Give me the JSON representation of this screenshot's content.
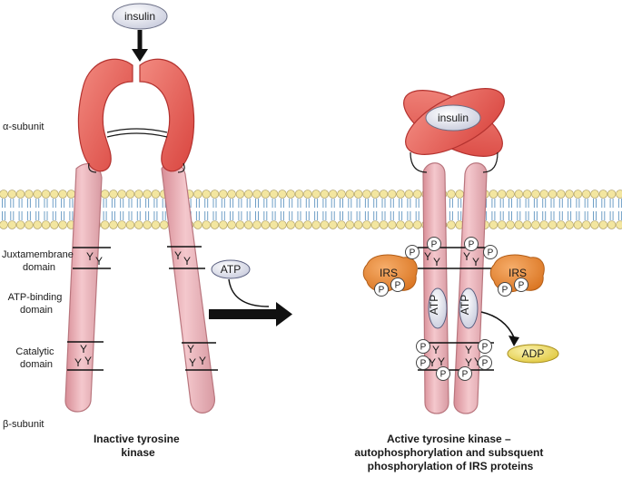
{
  "labels": {
    "alpha_subunit": "α-subunit",
    "beta_subunit": "β-subunit",
    "juxtamembrane": [
      "Juxtamembrane",
      "domain"
    ],
    "atp_binding": [
      "ATP-binding",
      "domain"
    ],
    "catalytic": [
      "Catalytic",
      "domain"
    ]
  },
  "molecules": {
    "insulin": "insulin",
    "atp": "ATP",
    "adp": "ADP",
    "irs": "IRS",
    "phosphate": "P",
    "tyrosine": "Y"
  },
  "captions": {
    "inactive": [
      "Inactive tyrosine",
      "kinase"
    ],
    "active": [
      "Active tyrosine kinase –",
      "autophosphorylation and subsquent",
      "phosphorylation of IRS proteins"
    ]
  },
  "colors": {
    "alpha_fill": "#e8675f",
    "alpha_dark": "#c93c38",
    "beta_fill": "#eab0b6",
    "beta_stroke": "#b9767e",
    "membrane_head": "#f3e6a0",
    "membrane_tail": "#6f9fc6",
    "irs_fill": "#e88a3a",
    "insulin_fill": "#dfe1ee",
    "adp_fill": "#f1e070",
    "atp_fill": "#c7cde0"
  }
}
